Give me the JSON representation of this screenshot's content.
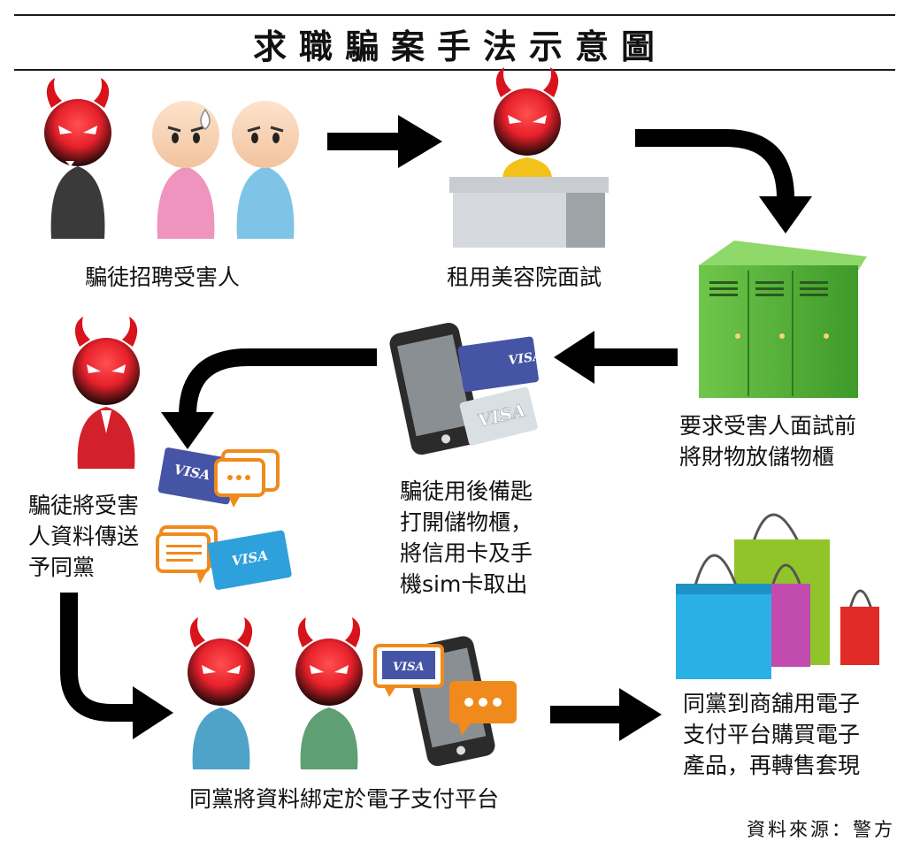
{
  "title": "求職騙案手法示意圖",
  "steps": {
    "recruit": "騙徒招聘受害人",
    "rent_salon": "租用美容院面試",
    "lockers": [
      "要求受害人面試前",
      "將財物放儲物櫃"
    ],
    "open_lockers": [
      "騙徒用後備匙",
      "打開儲物櫃，",
      "將信用卡及手",
      "機sim卡取出"
    ],
    "send_data": [
      "騙徒將受害",
      "人資料傳送",
      "予同黨"
    ],
    "bind_payment": "同黨將資料綁定於電子支付平台",
    "buy_resell": [
      "同黨到商舖用電子",
      "支付平台購買電子",
      "產品，再轉售套現"
    ]
  },
  "card_label": "VISA",
  "source": "資料來源：警方",
  "colors": {
    "devil_red": "#e8212b",
    "arrow": "#000000",
    "locker_green": "#5cb83a",
    "visa_blue": "#4654a5",
    "bubble_orange": "#f08a1c"
  }
}
